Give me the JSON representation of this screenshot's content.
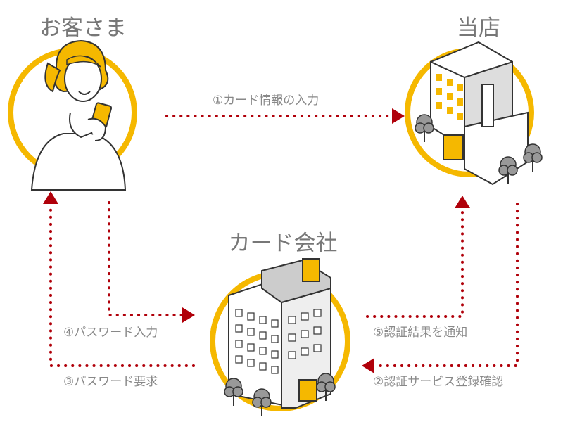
{
  "nodes": {
    "customer": {
      "title": "お客さま"
    },
    "shop": {
      "title": "当店"
    },
    "card_company": {
      "title": "カード会社"
    }
  },
  "steps": [
    {
      "label": "①カード情報の入力"
    },
    {
      "label": "②認証サービス登録確認"
    },
    {
      "label": "③パスワード要求"
    },
    {
      "label": "④パスワード入力"
    },
    {
      "label": "⑤認証結果を通知"
    }
  ],
  "colors": {
    "ring": "#f5b800",
    "arrow": "#b0000a",
    "text": "#808080"
  }
}
